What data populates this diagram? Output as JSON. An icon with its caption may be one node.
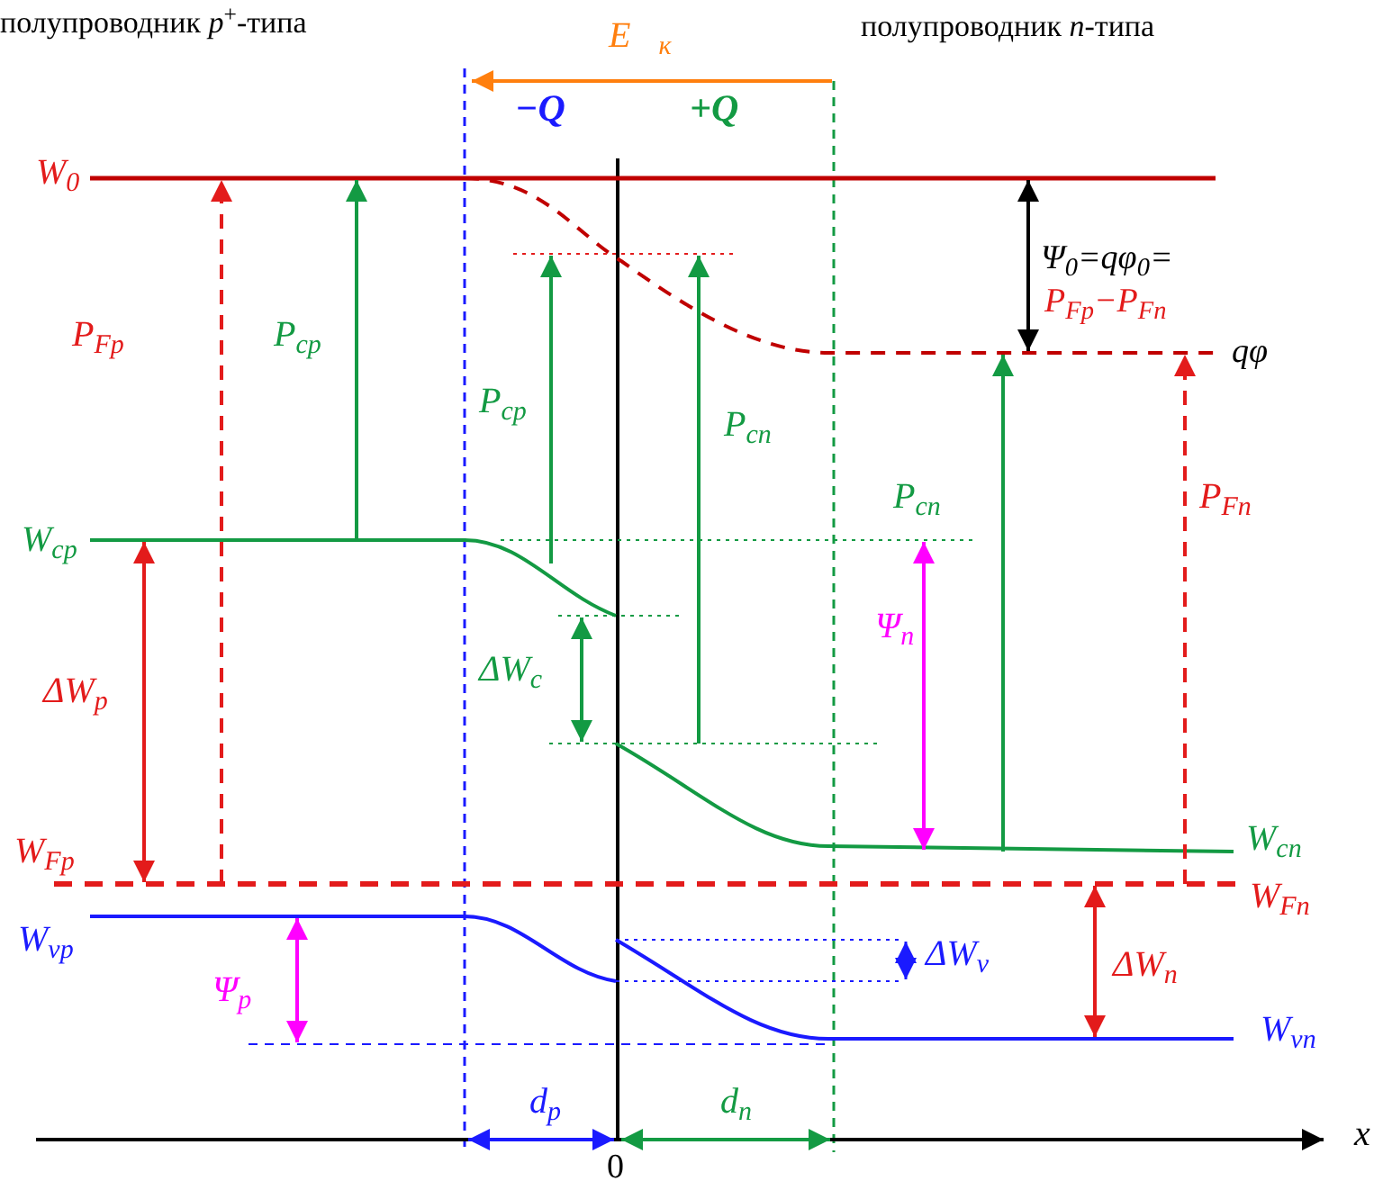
{
  "diagram": {
    "labels": [
      "полупроводник *p*$^{+}$-типа",
      "E⃗$_{к}$",
      "полупроводник *n*-типа",
      "−Q",
      "+Q",
      "W$_{0}$",
      "P$_{Fp}$",
      "P$_{cp}$",
      "Ψ$_{0}$=qφ$_{0}$=",
      "P$_{Fp}$−P$_{Fn}$",
      "qφ",
      "P$_{cp}$",
      "P$_{cn}$",
      "P$_{cn}$",
      "P$_{Fn}$",
      "W$_{cp}$",
      "ΔW$_{c}$",
      "Ψ$_{n}$",
      "ΔW$_{p}$",
      "W$_{Fp}$",
      "W$_{cn}$",
      "W$_{Fn}$",
      "W$_{vp}$",
      "ΔW$_{v}$",
      "ΔW$_{n}$",
      "Ψ$_{p}$",
      "W$_{vn}$",
      "d$_{p}$",
      "d$_{n}$",
      "0",
      "x"
    ]
  }
}
